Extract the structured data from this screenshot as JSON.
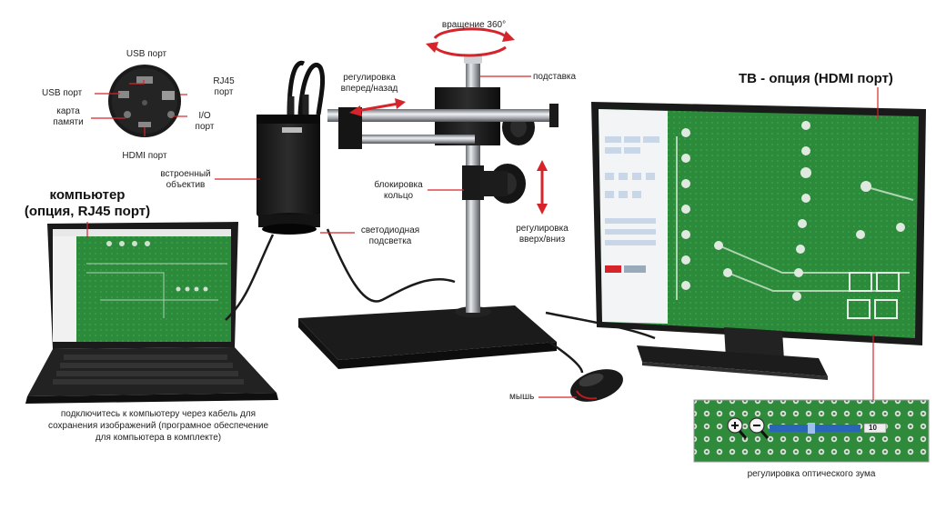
{
  "labels": {
    "rotation": "вращение 360°",
    "usb_top": "USB порт",
    "usb_left": "USB порт",
    "rj45": "RJ45\nпорт",
    "memory_card": "карта\nпамяти",
    "io": "I/O\nпорт",
    "hdmi": "HDMI порт",
    "adjust_fb": "регулировка\nвперед/назад",
    "stand": "подставка",
    "lens": "встроенный\nобъектив",
    "lock_ring": "блокировка\nкольцо",
    "led": "светодиодная\nподсветка",
    "adjust_ud": "регулировка\nвверх/вниз",
    "mouse": "мышь",
    "tv_option": "ТВ - опция (HDMI порт)",
    "computer_option": "компьютер\n(опция, RJ45 порт)",
    "computer_note": "подключитесь к компьютеру через кабель для\nсохранения изображений (програмное обеспечение\nдля компьютера в комплекте)",
    "zoom_caption": "регулировка оптического зума",
    "zoom_value": "10"
  },
  "colors": {
    "pointer": "#d6242a",
    "pcb_green": "#2e8b3e",
    "metal": "#1c1c1c",
    "chrome": "#c9ccd0"
  }
}
